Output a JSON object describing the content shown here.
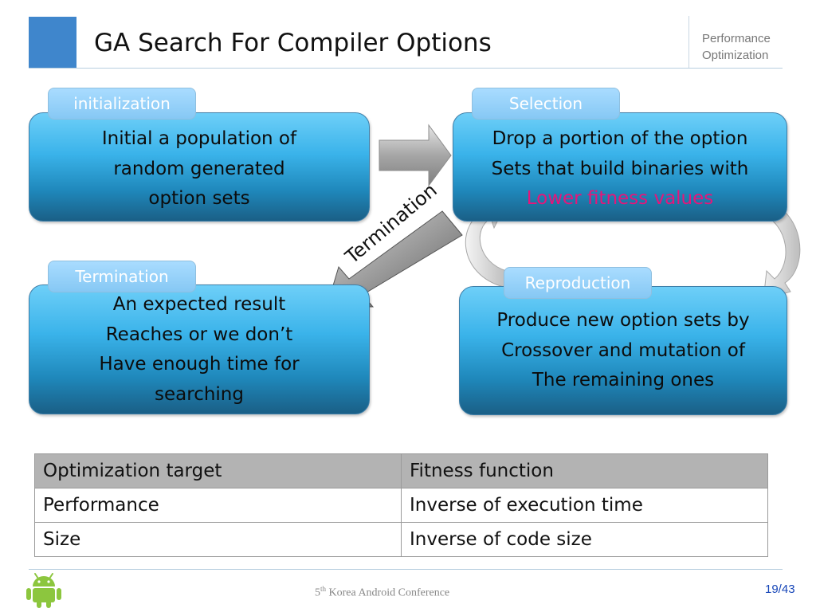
{
  "header": {
    "title": "GA Search For Compiler Options",
    "section_line1": "Performance",
    "section_line2": "Optimization",
    "accent_color": "#3f86cc"
  },
  "boxes": {
    "initialization": {
      "tab": "initialization",
      "lines": [
        "Initial a population of",
        "random generated",
        "option sets"
      ]
    },
    "selection": {
      "tab": "Selection",
      "lines": [
        "Drop a portion of the option",
        "Sets that build binaries with",
        "Lower fitness values"
      ],
      "highlight_color": "#e6157a"
    },
    "termination": {
      "tab": "Termination",
      "lines": [
        "An expected result",
        "Reaches or we don’t",
        "Have enough time for",
        "searching"
      ]
    },
    "reproduction": {
      "tab": "Reproduction",
      "lines": [
        "Produce new option sets by",
        "Crossover and mutation of",
        "The remaining ones"
      ]
    }
  },
  "arrows": {
    "termination_label": "Termination"
  },
  "table": {
    "headers": [
      "Optimization target",
      "Fitness function"
    ],
    "rows": [
      [
        "Performance",
        "Inverse of execution time"
      ],
      [
        "Size",
        "Inverse of code size"
      ]
    ]
  },
  "footer": {
    "conference_num": "5",
    "conference_sup": "th",
    "conference_rest": " Korea Android Conference",
    "page": "19/43"
  },
  "icons": {
    "logo": "android-robot-icon"
  }
}
